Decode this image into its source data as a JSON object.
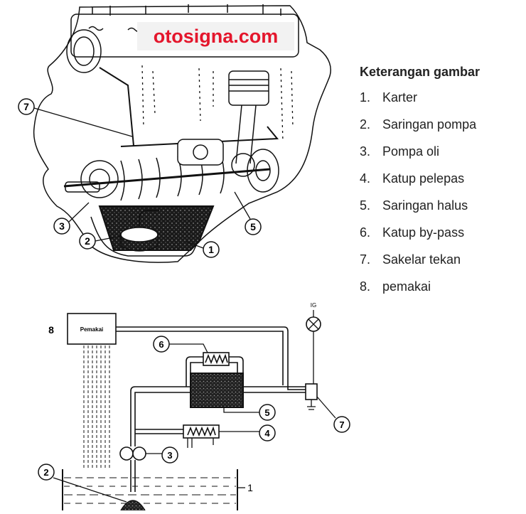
{
  "watermark": "otosigna.com",
  "legend": {
    "title": "Keterangan gambar",
    "items": [
      {
        "num": "1.",
        "label": "Karter"
      },
      {
        "num": "2.",
        "label": "Saringan pompa"
      },
      {
        "num": "3.",
        "label": "Pompa oli"
      },
      {
        "num": "4.",
        "label": "Katup pelepas"
      },
      {
        "num": "5.",
        "label": "Saringan halus"
      },
      {
        "num": "6.",
        "label": "Katup by-pass"
      },
      {
        "num": "7.",
        "label": "Sakelar tekan"
      },
      {
        "num": "8.",
        "label": "pemakai"
      }
    ]
  },
  "engine_callouts": [
    "7",
    "3",
    "2",
    "1",
    "5"
  ],
  "schematic": {
    "consumer_box_label": "Pemakai",
    "consumer_number": "8",
    "ignition_label": "IG",
    "callouts": [
      "6",
      "5",
      "7",
      "4",
      "3",
      "2",
      "1"
    ]
  }
}
